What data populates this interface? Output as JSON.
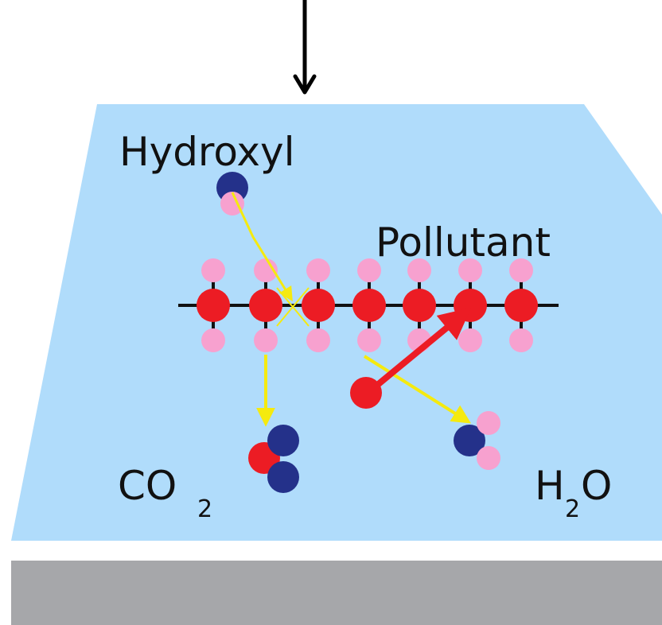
{
  "labels": {
    "hydroxyl": "Hydroxyl",
    "pollutant": "Pollutant",
    "co2_main": "CO",
    "co2_sub": "2",
    "h2o_h": "H",
    "h2o_sub": "2",
    "h2o_o": "O"
  },
  "colors": {
    "surface": "#b0dcfb",
    "substrate": "#a6a7aa",
    "carbon": "#ec1c24",
    "hydrogen": "#f7a1cf",
    "oxygen": "#24318a",
    "reaction_arrow": "#f5ea0f",
    "incoming_arrow": "#000000"
  }
}
